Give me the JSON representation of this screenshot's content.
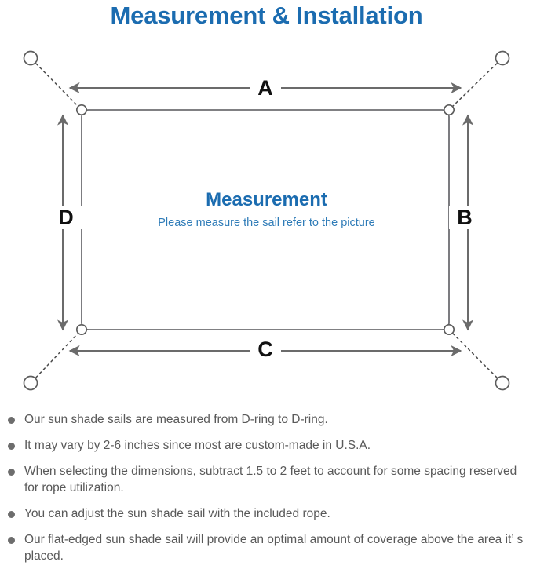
{
  "page": {
    "title": "Measurement & Installation",
    "title_color": "#1b6cb0",
    "background": "#ffffff"
  },
  "diagram": {
    "name": "sun-shade-sail-measurement-diagram",
    "center_heading": "Measurement",
    "center_subtext": "Please measure the sail refer to the picture",
    "sail_outline_color": "#6e6e72",
    "arrow_color": "#6b6b6b",
    "rope_style": "dotted",
    "dimension_labels": [
      {
        "id": "A",
        "label": "A",
        "edge": "top",
        "orientation": "horizontal"
      },
      {
        "id": "B",
        "label": "B",
        "edge": "right",
        "orientation": "vertical"
      },
      {
        "id": "C",
        "label": "C",
        "edge": "bottom",
        "orientation": "horizontal"
      },
      {
        "id": "D",
        "label": "D",
        "edge": "left",
        "orientation": "vertical"
      }
    ],
    "anchor_points": [
      {
        "id": "top-left",
        "shape": "circle"
      },
      {
        "id": "top-right",
        "shape": "circle"
      },
      {
        "id": "bottom-left",
        "shape": "circle"
      },
      {
        "id": "bottom-right",
        "shape": "circle"
      }
    ],
    "d_rings": [
      {
        "id": "sail-corner-top-left"
      },
      {
        "id": "sail-corner-top-right"
      },
      {
        "id": "sail-corner-bottom-left"
      },
      {
        "id": "sail-corner-bottom-right"
      }
    ]
  },
  "notes": {
    "bullet_color": "#6d6d6d",
    "text_color": "#595959",
    "items": [
      "Our sun shade sails are measured from D-ring to D-ring.",
      "It may vary by 2-6 inches since most are custom-made in U.S.A.",
      "When selecting the dimensions, subtract 1.5 to 2 feet to account for some spacing reserved for rope utilization.",
      "You can adjust the sun shade sail with the included rope.",
      "Our flat-edged sun shade sail will provide an optimal amount of coverage above the area it’ s placed."
    ]
  }
}
